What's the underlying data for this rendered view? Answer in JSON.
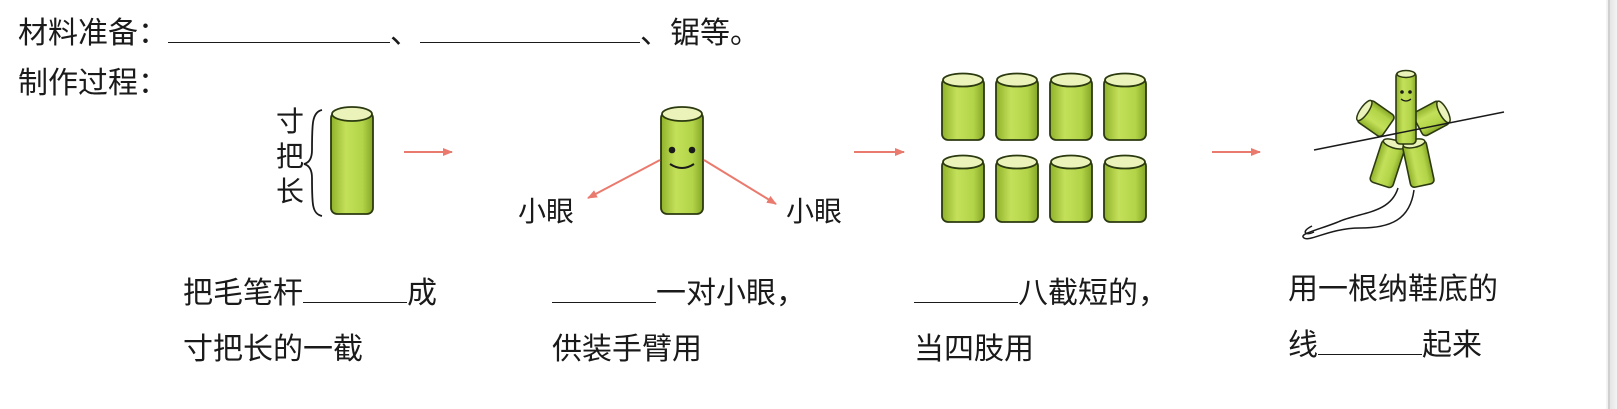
{
  "materials": {
    "label": "材料准备：",
    "separator": "、",
    "tail": "、锯等。"
  },
  "process": {
    "label": "制作过程："
  },
  "steps": [
    {
      "line1_pre": "把毛笔杆",
      "line1_post": "成",
      "line2": "寸把长的一截",
      "vertical_label": [
        "寸",
        "把",
        "长"
      ]
    },
    {
      "line1_post": "一对小眼，",
      "line2": "供装手臂用",
      "eye_left": "小眼",
      "eye_right": "小眼"
    },
    {
      "line1_post": "八截短的，",
      "line2": "当四肢用"
    },
    {
      "line1": "用一根纳鞋底的",
      "line2_pre": "线",
      "line2_post": "起来"
    }
  ],
  "colors": {
    "tube_fill": "#b7d84b",
    "tube_top": "#ebf3ba",
    "tube_outline": "#2c3a10",
    "arrow": "#ea7a6e"
  }
}
